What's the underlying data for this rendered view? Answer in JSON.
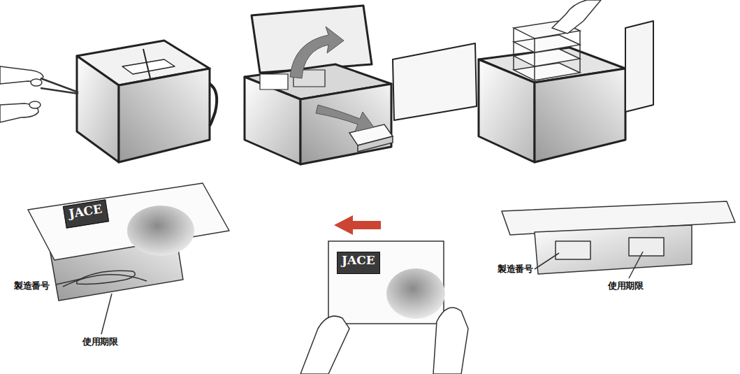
{
  "diagram": {
    "labels": [
      "JACE",
      "製造番号",
      "使用期限",
      "JACE",
      "製造番号",
      "使用期限"
    ]
  }
}
